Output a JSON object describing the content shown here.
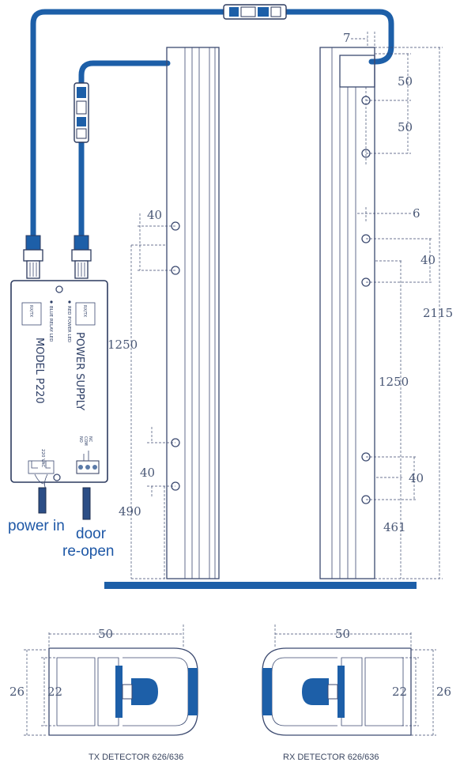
{
  "labels": {
    "power_in": "power in",
    "door_line1": "door",
    "door_line2": "re-open",
    "model": "MODEL P220",
    "power_supply": "POWER SUPPLY",
    "voltage": "220 VAC",
    "red_led": "RED POWER LED",
    "blue_led": "BLUE RELAY LED",
    "rx_tx_left": "RX/TX",
    "rx_tx_right": "RX/TX",
    "relay_nc": "NC",
    "relay_com": "COM",
    "relay_no": "NO"
  },
  "dimensions": {
    "tx_spacing_top": "40",
    "tx_mid": "1250",
    "tx_spacing_bottom": "40",
    "tx_base": "490",
    "rx_offset": "7",
    "rx_top_1": "50",
    "rx_top_2": "50",
    "rx_gap": "6",
    "rx_spacing_top": "40",
    "rx_mid": "1250",
    "rx_spacing_bottom": "40",
    "rx_base": "461",
    "total_height": "2115",
    "tx_width": "50",
    "tx_h_outer": "26",
    "tx_h_inner": "22",
    "rx_width": "50",
    "rx_h_inner": "22",
    "rx_h_outer": "26"
  },
  "captions": {
    "tx": "TX DETECTOR 626/636",
    "rx": "RX DETECTOR 626/636"
  },
  "colors": {
    "cable": "#1d5fa8",
    "line": "#3c4a70",
    "accent": "#1d57a6"
  }
}
